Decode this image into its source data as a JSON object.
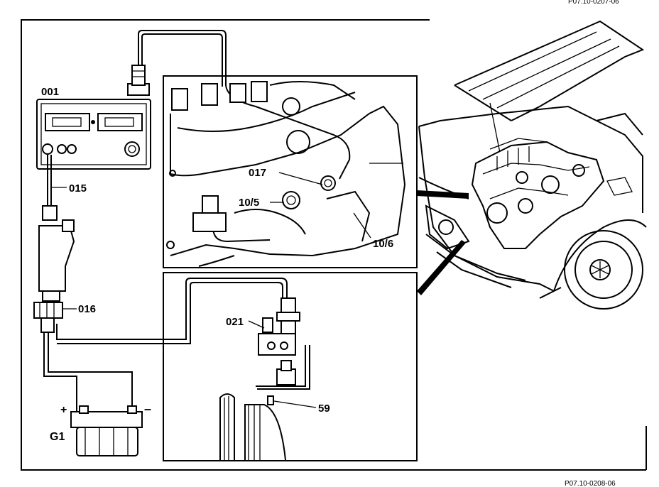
{
  "doc_ref_top": "P07.10-0207-06",
  "doc_ref_bottom": "P07.10-0208-06",
  "labels": {
    "tester": "001",
    "cable": "015",
    "adapter": "016",
    "sensor_cable": "017",
    "pump_ref_5": "10/5",
    "pump_ref_6": "10/6",
    "tdc_sensor": "021",
    "marker": "59",
    "battery": "G1",
    "plus": "+",
    "minus": "–"
  }
}
